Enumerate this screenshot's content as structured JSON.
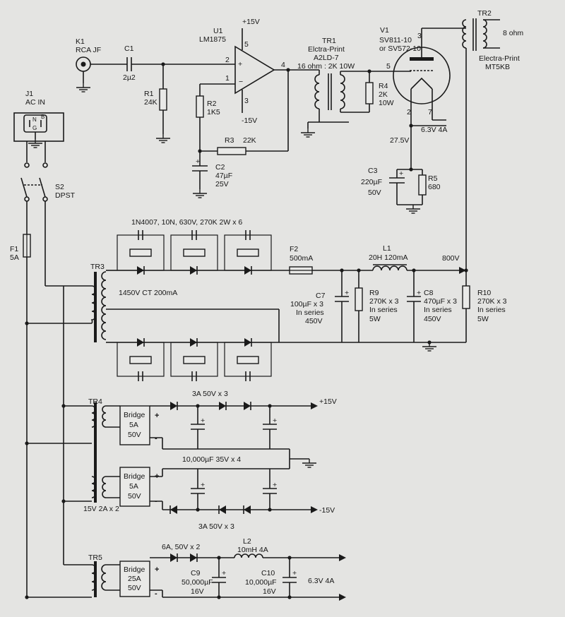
{
  "components": {
    "k1": {
      "ref": "K1",
      "value": "RCA JF"
    },
    "c1": {
      "ref": "C1",
      "value": "2µ2"
    },
    "r1": {
      "ref": "R1",
      "value": "24K"
    },
    "u1": {
      "ref": "U1",
      "value": "LM1875",
      "vplus": "+15V",
      "vminus": "-15V",
      "pins": [
        "1",
        "2",
        "3",
        "4",
        "5"
      ]
    },
    "r2": {
      "ref": "R2",
      "value": "1K5"
    },
    "r3": {
      "ref": "R3",
      "value": "22K"
    },
    "c2": {
      "ref": "C2",
      "value": "47µF",
      "rating": "25V"
    },
    "tr1": {
      "ref": "TR1",
      "make": "Elctra-Print",
      "model": "A2LD-7",
      "spec": "16 ohm : 2K 10W"
    },
    "r4": {
      "ref": "R4",
      "value": "2K",
      "rating": "10W"
    },
    "v1": {
      "ref": "V1",
      "line1": "SV811-10",
      "line2": "or SV572-10",
      "pins": [
        "5",
        "3",
        "2",
        "7"
      ],
      "heater": "6.3V 4A",
      "bias": "27.5V"
    },
    "c3": {
      "ref": "C3",
      "value": "220µF",
      "rating": "50V"
    },
    "r5": {
      "ref": "R5",
      "value": "680"
    },
    "tr2": {
      "ref": "TR2",
      "out": "8 ohm",
      "make": "Electra-Print",
      "model": "MT5KB"
    },
    "j1": {
      "ref": "J1",
      "value": "AC IN",
      "pins": [
        "N",
        "B",
        "G"
      ]
    },
    "s2": {
      "ref": "S2",
      "value": "DPST"
    },
    "f1": {
      "ref": "F1",
      "value": "5A"
    },
    "tr3": {
      "ref": "TR3",
      "value": "1450V CT 200mA"
    },
    "diodes_hv": "1N4007,  10N, 630V, 270K 2W  x  6",
    "f2": {
      "ref": "F2",
      "value": "500mA"
    },
    "l1": {
      "ref": "L1",
      "value": "20H  120mA"
    },
    "b_plus": "800V",
    "c7": {
      "ref": "C7",
      "l1": "100µF x 3",
      "l2": "In series",
      "l3": "450V"
    },
    "r9": {
      "ref": "R9",
      "l1": "270K x 3",
      "l2": "In series",
      "l3": "5W"
    },
    "c8": {
      "ref": "C8",
      "l1": "470µF x 3",
      "l2": "In series",
      "l3": "450V"
    },
    "r10": {
      "ref": "R10",
      "l1": "270K x 3",
      "l2": "In series",
      "l3": "5W"
    },
    "tr4": {
      "ref": "TR4",
      "value": "15V  2A x 2"
    },
    "bridge1": {
      "l1": "Bridge",
      "l2": "5A",
      "l3": "50V"
    },
    "bridge2": {
      "l1": "Bridge",
      "l2": "5A",
      "l3": "50V"
    },
    "lv_diodes_top": "3A 50V x 3",
    "lv_diodes_bot": "3A 50V x 3",
    "lv_plus": "+15V",
    "lv_minus": "-15V",
    "lv_caps": "10,000µF 35V x 4",
    "tr5": {
      "ref": "TR5"
    },
    "bridge3": {
      "l1": "Bridge",
      "l2": "25A",
      "l3": "50V"
    },
    "ht_diodes": "6A, 50V x 2",
    "l2": {
      "ref": "L2",
      "value": "10mH  4A"
    },
    "c9": {
      "ref": "C9",
      "value": "50,000µF",
      "rating": "16V"
    },
    "c10": {
      "ref": "C10",
      "value": "10,000µF",
      "rating": "16V"
    },
    "ht_out": "6.3V  4A",
    "polarity": {
      "plus": "+",
      "minus": "-"
    }
  }
}
